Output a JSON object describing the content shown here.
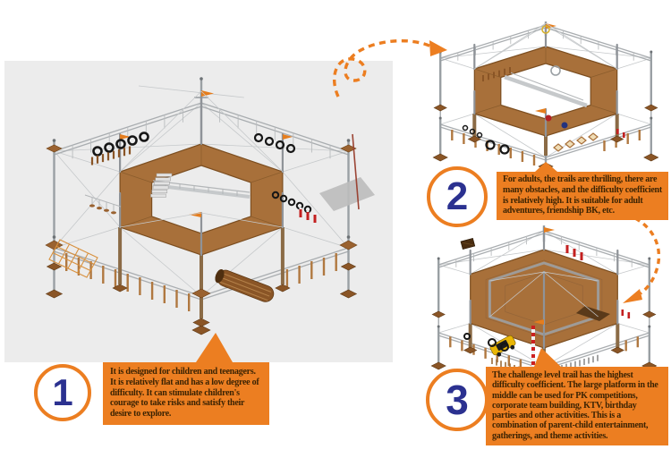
{
  "colors": {
    "accent_orange": "#EC7E21",
    "number_navy": "#2B3190",
    "text_dark": "#3B2303",
    "backdrop_gray": "#ECECEC",
    "wood": "#A8703A",
    "wood_dark": "#8A5526",
    "steel_gray": "#9AA0A4",
    "detail_red": "#C32020",
    "car_yellow": "#E9B606"
  },
  "callouts": [
    {
      "number": "1",
      "text": "It is designed for children and teenagers. It is relatively flat and has a low degree of difficulty. It can stimulate children's courage to take risks and satisfy their desire to explore."
    },
    {
      "number": "2",
      "text": "For adults, the trails are thrilling, there are many obstacles, and the difficulty coefficient is relatively high. It is suitable for adult adventures, friendship BK, etc."
    },
    {
      "number": "3",
      "text": "The challenge level trail has the highest difficulty coefficient. The large platform in the middle can be used for PK competitions, corporate team building, KTV, birthday parties and other activities. This is a combination of parent-child entertainment, gatherings, and theme activities."
    }
  ],
  "illustrations": {
    "main": "hexagonal-ropes-course-children-level",
    "second": "hexagonal-ropes-course-adult-level",
    "third": "hexagonal-ropes-course-challenge-level"
  }
}
